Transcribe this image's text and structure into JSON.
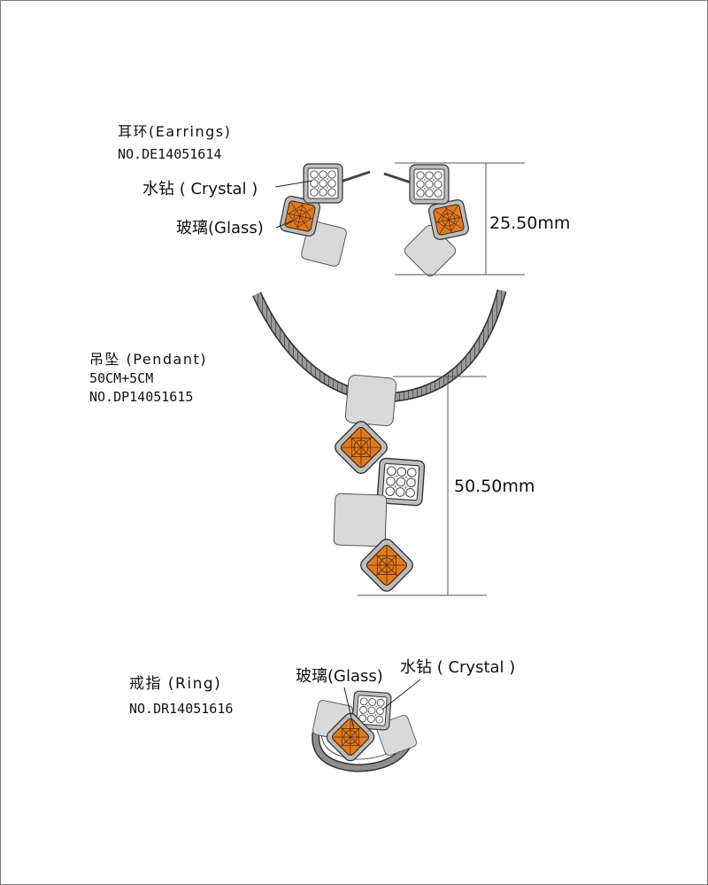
{
  "earrings": {
    "title": "耳环(Earrings)",
    "number": "NO.DE14051614",
    "crystal_label": "水钻 ( Crystal )",
    "glass_label": "玻璃(Glass)",
    "dimension": "25.50mm"
  },
  "pendant": {
    "title": "吊坠 (Pendant)",
    "chain_length": "50CM+5CM",
    "number": "NO.DP14051615",
    "dimension": "50.50mm"
  },
  "ring": {
    "title": "戒指 (Ring)",
    "number": "NO.DR14051616",
    "glass_label": "玻璃(Glass)",
    "crystal_label": "水钻 ( Crystal )"
  },
  "colors": {
    "glass": "#e07a1e",
    "metal_frame": "#bdbdbd",
    "plain_tile": "#d9d9d9",
    "outline": "#222222"
  }
}
